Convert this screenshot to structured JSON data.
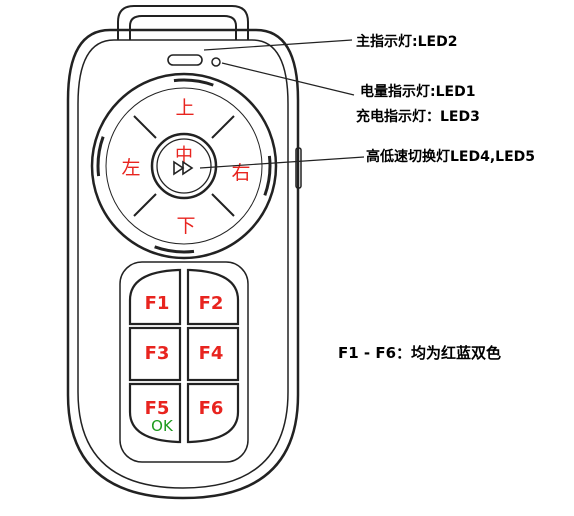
{
  "callouts": {
    "main_led": "主指示灯:LED2",
    "power_led": "电量指示灯:LED1",
    "charge_led": "充电指示灯：LED3",
    "speed_led": "高低速切换灯LED4,LED5",
    "f_keys_note": "F1 - F6：均为红蓝双色"
  },
  "dpad": {
    "up": "上",
    "down": "下",
    "left": "左",
    "right": "右",
    "center": "中",
    "center_icon": "fast-forward-icon"
  },
  "fkeys": {
    "f1": "F1",
    "f2": "F2",
    "f3": "F3",
    "f4": "F4",
    "f5": "F5",
    "f5_sub": "OK",
    "f6": "F6"
  },
  "colors": {
    "label_red": "#e8241f",
    "ok_green": "#1c9a1c",
    "outline": "#222222"
  }
}
